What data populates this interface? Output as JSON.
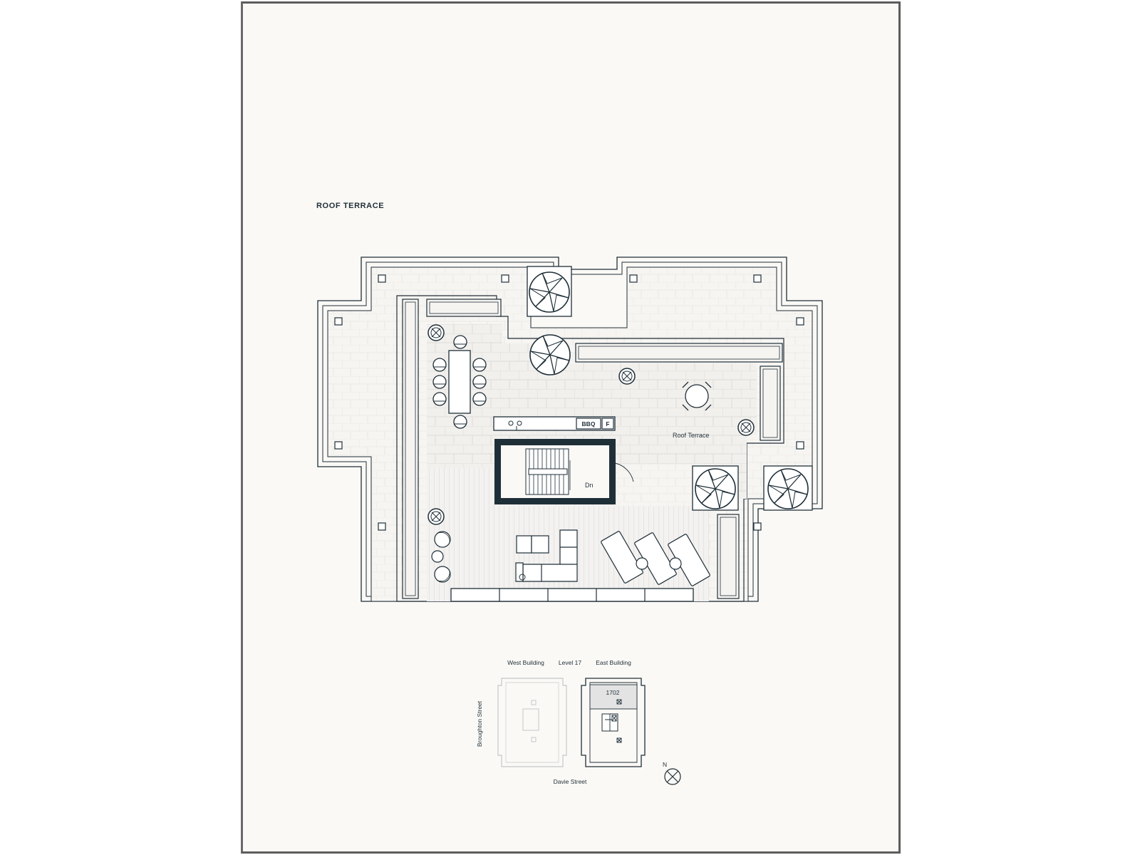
{
  "sheet": {
    "title": "ROOF TERRACE"
  },
  "plan": {
    "room_label": "Roof Terrace",
    "bbq_label": "BBQ",
    "fridge_label": "F",
    "stair_label": "Dn"
  },
  "key_plan": {
    "west_building": "West Building",
    "level": "Level 17",
    "east_building": "East Building",
    "unit": "1702",
    "street_west": "Broughton Street",
    "street_south": "Davie Street",
    "north": "N"
  },
  "colors": {
    "ink": "#1f2f38",
    "paper": "#fbf9f6",
    "tile": "#f1efec",
    "frame": "#5c5c5c",
    "stair_core": "#1f2f38",
    "highlight": "#e3e3e3"
  },
  "icons": [
    "tree-icon",
    "planter-icon",
    "chair-icon",
    "sun-lounger-icon",
    "north-arrow-icon"
  ]
}
